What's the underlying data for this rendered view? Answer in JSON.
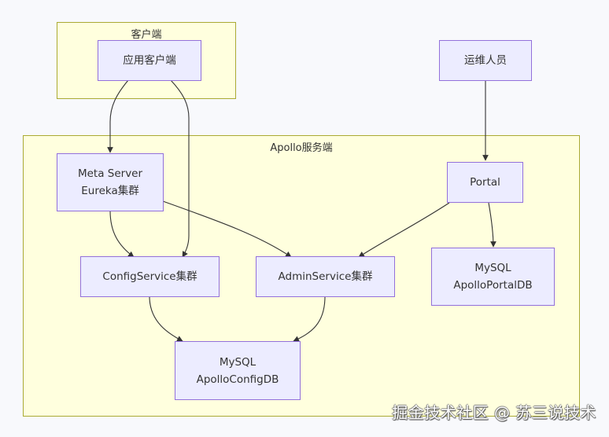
{
  "diagram": {
    "type": "flowchart",
    "clusters": {
      "client": {
        "label": "客户端"
      },
      "server": {
        "label": "Apollo服务端"
      }
    },
    "nodes": {
      "app_client": {
        "lines": [
          "应用客户端"
        ]
      },
      "ops": {
        "lines": [
          "运维人员"
        ]
      },
      "meta_server": {
        "lines": [
          "Meta Server",
          "Eureka集群"
        ]
      },
      "portal": {
        "lines": [
          "Portal"
        ]
      },
      "config_service": {
        "lines": [
          "ConfigService集群"
        ]
      },
      "admin_service": {
        "lines": [
          "AdminService集群"
        ]
      },
      "portal_db": {
        "lines": [
          "MySQL",
          "ApolloPortalDB"
        ]
      },
      "config_db": {
        "lines": [
          "MySQL",
          "ApolloConfigDB"
        ]
      }
    },
    "edges": [
      {
        "from": "app_client",
        "to": "meta_server"
      },
      {
        "from": "app_client",
        "to": "config_service"
      },
      {
        "from": "ops",
        "to": "portal"
      },
      {
        "from": "meta_server",
        "to": "config_service"
      },
      {
        "from": "meta_server",
        "to": "admin_service"
      },
      {
        "from": "portal",
        "to": "admin_service"
      },
      {
        "from": "portal",
        "to": "portal_db"
      },
      {
        "from": "config_service",
        "to": "config_db"
      },
      {
        "from": "admin_service",
        "to": "config_db"
      }
    ]
  },
  "watermark": "掘金技术社区 @ 苏三说技术"
}
